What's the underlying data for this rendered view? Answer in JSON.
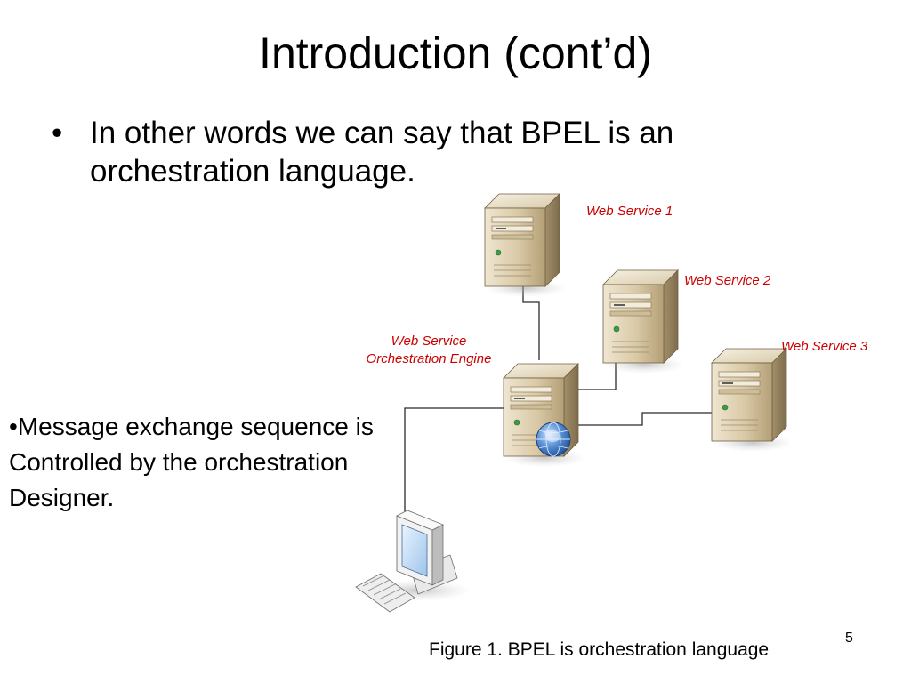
{
  "slide": {
    "title": "Introduction (cont’d)",
    "bullet_symbol": "•",
    "bullet_text": "In other words we can say that BPEL is an orchestration language.",
    "side_note": "•Message exchange sequence is Controlled by the orchestration Designer.",
    "caption": "Figure 1. BPEL is orchestration language",
    "page_number": "5"
  },
  "diagram": {
    "label_color": "#cc0000",
    "engine_label_line1": "Web Service",
    "engine_label_line2": "Orchestration Engine",
    "services": [
      {
        "label": "Web Service 1"
      },
      {
        "label": "Web Service 2"
      },
      {
        "label": "Web Service 3"
      }
    ]
  }
}
